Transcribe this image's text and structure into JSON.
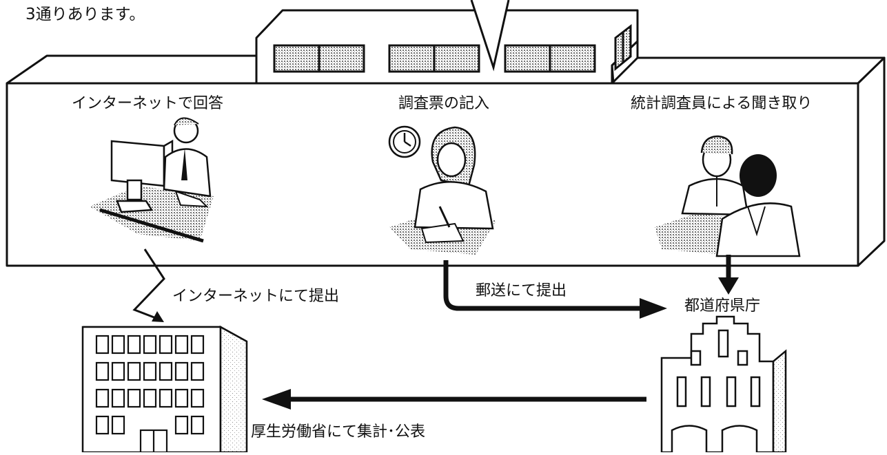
{
  "intro": "3通りあります。",
  "methods": [
    {
      "id": "internet",
      "label": "インターネットで回答"
    },
    {
      "id": "paper",
      "label": "調査票の記入"
    },
    {
      "id": "interview",
      "label": "統計調査員による聞き取り"
    }
  ],
  "flows": {
    "internet_submit": "インターネットにて提出",
    "mail_submit": "郵送にて提出",
    "ministry_publish": "厚生労働省にて集計･公表"
  },
  "destinations": {
    "prefecture": "都道府県庁"
  },
  "colors": {
    "line": "#111111",
    "halftone": "#b9b9b9",
    "window_tint": "#9a9a9a"
  }
}
